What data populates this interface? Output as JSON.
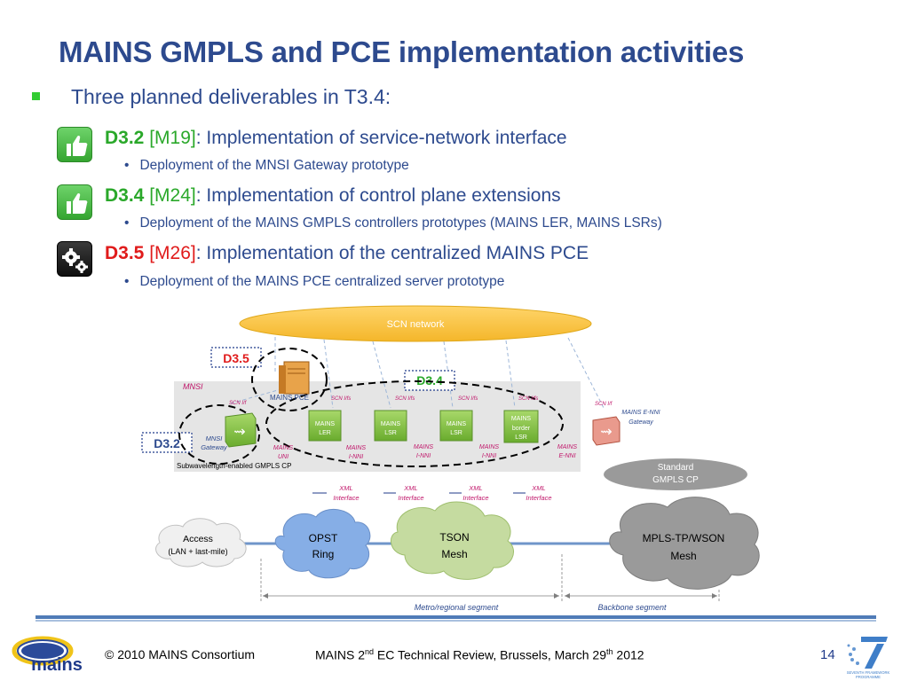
{
  "title": "MAINS GMPLS and PCE implementation activities",
  "intro": "Three planned deliverables in T3.4:",
  "deliverables": [
    {
      "code": "D3.2",
      "month": "[M19]",
      "desc": ": Implementation of service-network interface",
      "sub": "Deployment of the MNSI Gateway prototype",
      "icon": "thumbs-up-icon",
      "color": "#2aa82a"
    },
    {
      "code": "D3.4",
      "month": "[M24]",
      "desc": ": Implementation of control plane extensions",
      "sub": "Deployment of the MAINS GMPLS controllers prototypes   (MAINS LER, MAINS LSRs)",
      "icon": "thumbs-up-icon",
      "color": "#2aa82a"
    },
    {
      "code": "D3.5",
      "month": "[M26]",
      "desc": ": Implementation of the centralized MAINS PCE",
      "sub": "Deployment of the MAINS PCE centralized server prototype",
      "icon": "gears-icon",
      "color": "#e01b1b"
    }
  ],
  "diagram": {
    "scn": "SCN network",
    "mnsi": "MNSI",
    "pce": "MAINS PCE",
    "d35": "D3.5",
    "d34": "D3.4",
    "d32": "D3.2",
    "scn_if": "SCN I/f",
    "scn_ifs": "SCN I/fs",
    "gateway_l1": "MNSI",
    "gateway_l2": "Gateway",
    "ler_l1": "MAINS",
    "ler_l2": "LER",
    "lsr_l1": "MAINS",
    "lsr_l2": "LSR",
    "border_l1": "MAINS",
    "border_l2": "border",
    "border_l3": "LSR",
    "enni_gw_l1": "MAINS E-NNI",
    "enni_gw_l2": "Gateway",
    "uni_l1": "MAINS",
    "uni_l2": "UNI",
    "inni_l1": "MAINS",
    "inni_l2": "I-NNI",
    "enni_l1": "MAINS",
    "enni_l2": "E-NNI",
    "subwave": "Subwavelength-enabled  GMPLS CP",
    "standard_l1": "Standard",
    "standard_l2": "GMPLS CP",
    "xml_l1": "XML",
    "xml_l2": "Interface",
    "access_l1": "Access",
    "access_l2": "(LAN + last-mile)",
    "opst_l1": "OPST",
    "opst_l2": "Ring",
    "tson_l1": "TSON",
    "tson_l2": "Mesh",
    "mpls_l1": "MPLS-TP/WSON",
    "mpls_l2": "Mesh",
    "metro": "Metro/regional segment",
    "backbone": "Backbone segment"
  },
  "footer": {
    "copyright": "© 2010 MAINS Consortium",
    "review_a": "MAINS 2",
    "review_sup1": "nd",
    "review_b": " EC Technical Review, Brussels, March 29",
    "review_sup2": "th",
    "review_c": " 2012",
    "page": "14",
    "logo_text": "mains",
    "fp7_l1": "SEVENTH FRAMEWORK",
    "fp7_l2": "PROGRAMME"
  }
}
